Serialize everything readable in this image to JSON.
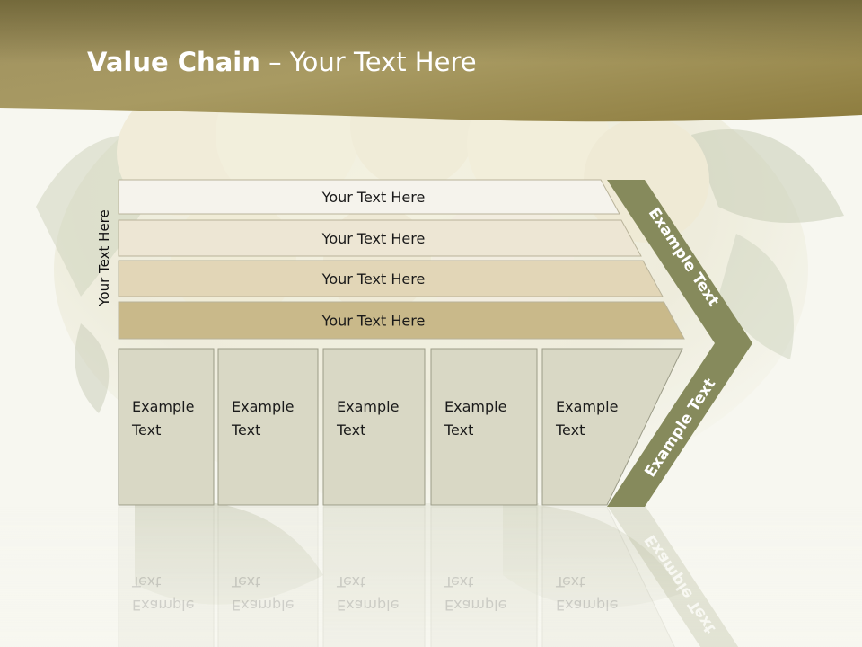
{
  "slide": {
    "title_bold": "Value Chain",
    "title_rest": " – Your Text Here",
    "side_label": "Your Text Here"
  },
  "bars": [
    {
      "label": "Your Text Here",
      "color": "#f5f3ec"
    },
    {
      "label": "Your Text Here",
      "color": "#ede6d4"
    },
    {
      "label": "Your Text Here",
      "color": "#e2d6b7"
    },
    {
      "label": "Your Text Here",
      "color": "#c9b98a"
    }
  ],
  "boxes": [
    {
      "line1": "Example",
      "line2": "Text"
    },
    {
      "line1": "Example",
      "line2": "Text"
    },
    {
      "line1": "Example",
      "line2": "Text"
    },
    {
      "line1": "Example",
      "line2": "Text"
    },
    {
      "line1": "Example",
      "line2": "Text"
    }
  ],
  "chevron": {
    "upper_label": "Example Text",
    "lower_label": "Example Text",
    "color": "#868a5c"
  },
  "colors": {
    "header_dark": "#7a6c3a",
    "header_gold": "#b29f5e",
    "box_fill": "#d9d8c5",
    "box_stroke": "#9c9c88"
  }
}
